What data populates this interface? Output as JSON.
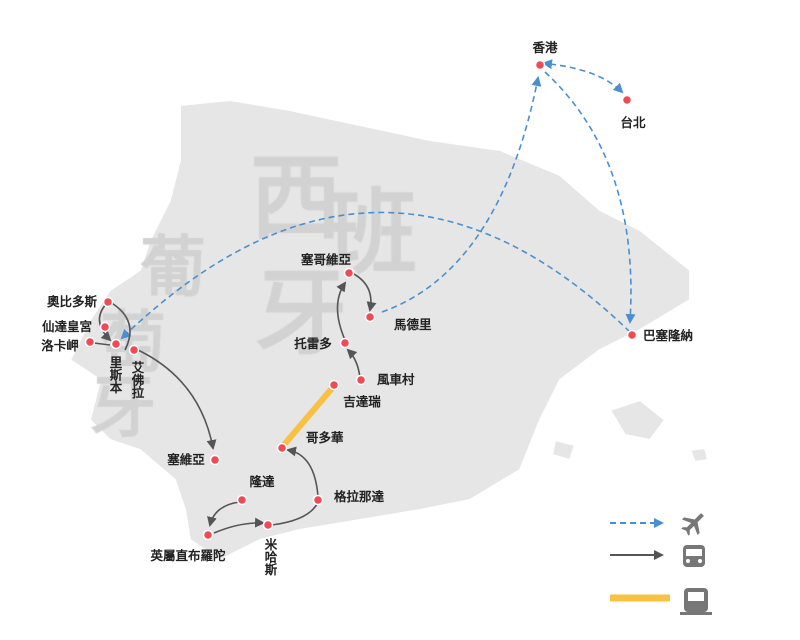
{
  "background_text": {
    "spain": [
      "西",
      "班",
      "牙"
    ],
    "portugal": [
      "葡",
      "萄",
      "牙"
    ]
  },
  "cities": [
    {
      "id": "hongkong",
      "name": "香港"
    },
    {
      "id": "taipei",
      "name": "台北"
    },
    {
      "id": "barcelona",
      "name": "巴塞隆納"
    },
    {
      "id": "segovia",
      "name": "塞哥維亞"
    },
    {
      "id": "madrid",
      "name": "馬德里"
    },
    {
      "id": "toledo",
      "name": "托雷多"
    },
    {
      "id": "windmill",
      "name": "風車村"
    },
    {
      "id": "consuegra",
      "name": "吉達瑞"
    },
    {
      "id": "cordoba",
      "name": "哥多華"
    },
    {
      "id": "granada",
      "name": "格拉那達"
    },
    {
      "id": "mijas",
      "name": "米哈斯"
    },
    {
      "id": "gibraltar",
      "name": "英屬直布羅陀"
    },
    {
      "id": "ronda",
      "name": "隆達"
    },
    {
      "id": "seville",
      "name": "塞維亞"
    },
    {
      "id": "evora",
      "name": "艾佛拉"
    },
    {
      "id": "lisbon",
      "name": "里斯本"
    },
    {
      "id": "cabo_roca",
      "name": "洛卡岬"
    },
    {
      "id": "sintra",
      "name": "仙達皇宮"
    },
    {
      "id": "obidos",
      "name": "奧比多斯"
    }
  ],
  "legend": [
    {
      "mode": "flight",
      "icon": "airplane-icon",
      "color": "#4a90d0"
    },
    {
      "mode": "bus",
      "icon": "bus-icon",
      "color": "#555555"
    },
    {
      "mode": "train",
      "icon": "train-icon",
      "color": "#f7c143"
    }
  ],
  "colors": {
    "land": "#e6e6e6",
    "city": "#f04a55",
    "flight": "#4a90d0",
    "bus": "#555555",
    "train": "#f7c143"
  }
}
